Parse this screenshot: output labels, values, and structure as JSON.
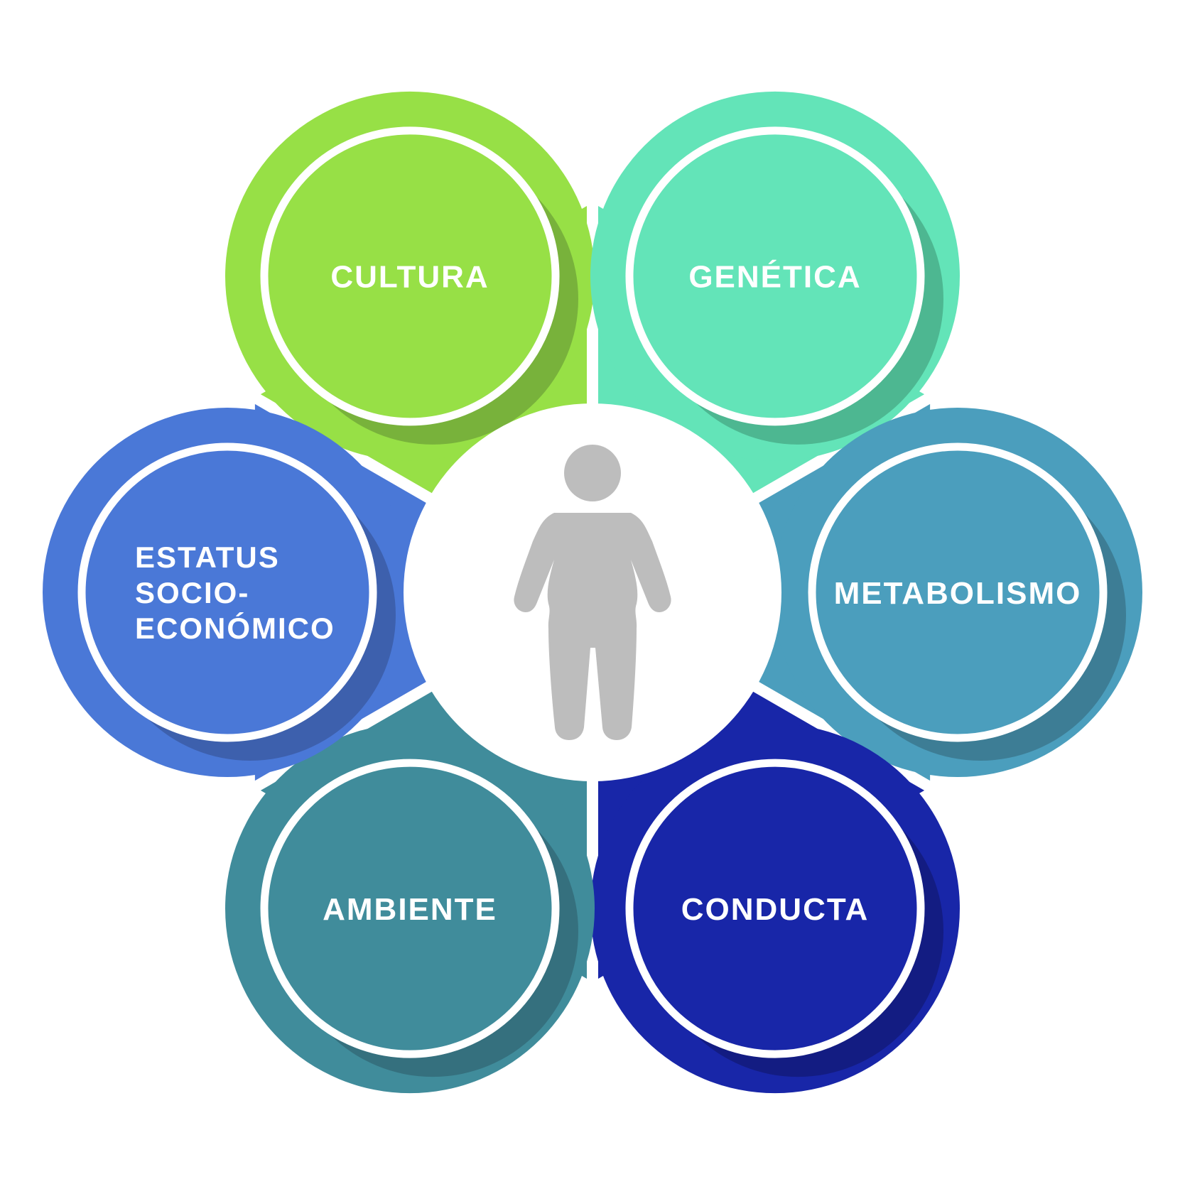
{
  "center": {
    "icon": "person-icon",
    "icon_color": "#bdbdbd"
  },
  "factors": [
    {
      "id": "cultura",
      "lines": [
        "CULTURA"
      ],
      "color": "#97e046",
      "shadow": "#78b23b"
    },
    {
      "id": "genetica",
      "lines": [
        "GENÉTICA"
      ],
      "color": "#63e4b8",
      "shadow": "#4db791"
    },
    {
      "id": "metabolismo",
      "lines": [
        "METABOLISMO"
      ],
      "color": "#4b9ebd",
      "shadow": "#3d7d95"
    },
    {
      "id": "conducta",
      "lines": [
        "CONDUCTA"
      ],
      "color": "#1826a8",
      "shadow": "#131c82"
    },
    {
      "id": "ambiente",
      "lines": [
        "AMBIENTE"
      ],
      "color": "#408c9b",
      "shadow": "#35707e"
    },
    {
      "id": "estatus",
      "lines": [
        "ESTATUS",
        "SOCIO-",
        "ECONÓMICO"
      ],
      "color": "#4a78d7",
      "shadow": "#3d60ad"
    }
  ]
}
